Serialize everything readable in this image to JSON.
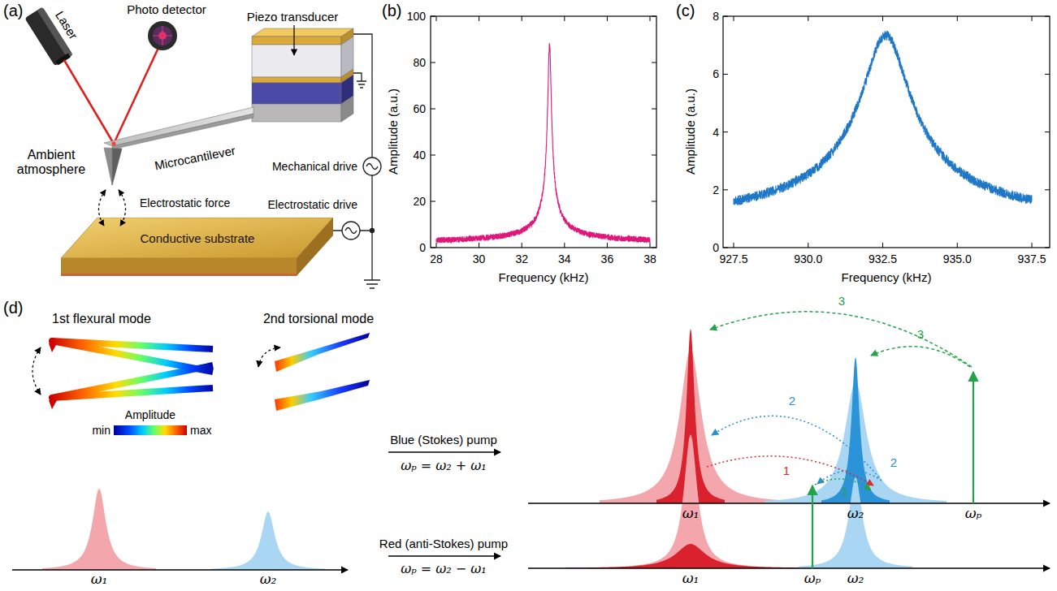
{
  "diagram": {
    "nodes": [
      {
        "text": [
          "Conductive substrate"
        ]
      }
    ],
    "labels": [
      "(a)",
      "Laser",
      "Photo detector",
      "Piezo transducer",
      "Ambient atmosphere",
      "Microcantilever",
      "Mechanical drive",
      "Electrostatic force",
      "Electrostatic drive",
      "(b)",
      "Amplitude (a.u.)",
      "0",
      "20",
      "40",
      "60",
      "80",
      "100",
      "28",
      "30",
      "32",
      "34",
      "36",
      "38",
      "Frequency (kHz)",
      "(c)",
      "Amplitude (a.u.)",
      "0",
      "2",
      "4",
      "6",
      "8",
      "927.5",
      "930.0",
      "932.5",
      "935.0",
      "937.5",
      "Frequency (kHz)",
      "(d)",
      "1st flexural mode",
      "2nd torsional mode",
      "Amplitude",
      "min",
      "max",
      "ω₁",
      "ω₂",
      "Blue (Stokes) pump",
      "ωₚ = ω₂ + ω₁",
      "3",
      "3",
      "ω₁",
      "ω₂",
      "ωₚ",
      "Red (anti-Stokes) pump",
      "ωₚ = ω₂ − ω₁",
      "2",
      "2",
      "1",
      "1",
      "ω₁",
      "ωₚ",
      "ω₂"
    ]
  }
}
